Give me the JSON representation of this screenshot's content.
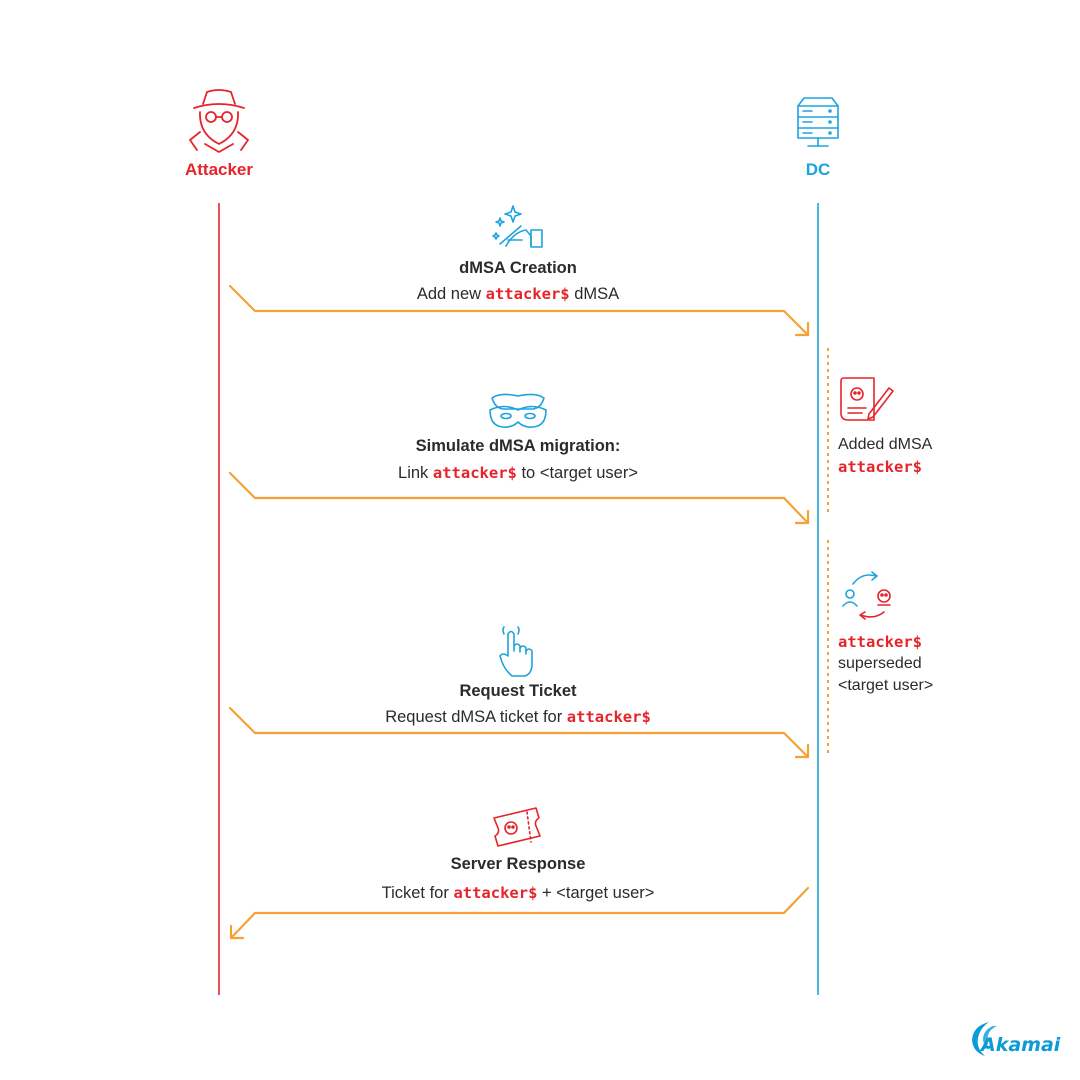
{
  "colors": {
    "attacker": "#e6242b",
    "dc": "#1ea3dd",
    "arrow": "#f5a134",
    "text": "#2b2b2b",
    "brand": "#0a9bd8"
  },
  "actors": {
    "attacker": {
      "label": "Attacker",
      "icon": "spy-icon"
    },
    "dc": {
      "label": "DC",
      "icon": "server-icon"
    }
  },
  "steps": [
    {
      "icon": "magic-wand-hand-icon",
      "title": "dMSA Creation",
      "desc": {
        "before": "Add new ",
        "code": "attacker$",
        "after": " dMSA"
      }
    },
    {
      "icon": "mask-icon",
      "title": "Simulate dMSA migration:",
      "desc": {
        "before": "Link ",
        "code": "attacker$",
        "after": " to <target user>"
      }
    },
    {
      "icon": "pointing-hand-icon",
      "title": "Request Ticket",
      "desc": {
        "before": "Request dMSA ticket for ",
        "code": "attacker$",
        "after": ""
      }
    },
    {
      "icon": "ticket-icon",
      "title": "Server Response",
      "desc": {
        "before": "Ticket for ",
        "code": "attacker$",
        "after": "  + <target user>"
      }
    }
  ],
  "dc_notes": [
    {
      "icon": "document-signature-icon",
      "line1": "Added dMSA",
      "code": "attacker$"
    },
    {
      "icon": "user-swap-icon",
      "code": "attacker$",
      "line2": "superseded",
      "line3": "<target user>"
    }
  ],
  "brand": {
    "logo_text": "Akamai",
    "icon": "akamai-logo-icon"
  }
}
